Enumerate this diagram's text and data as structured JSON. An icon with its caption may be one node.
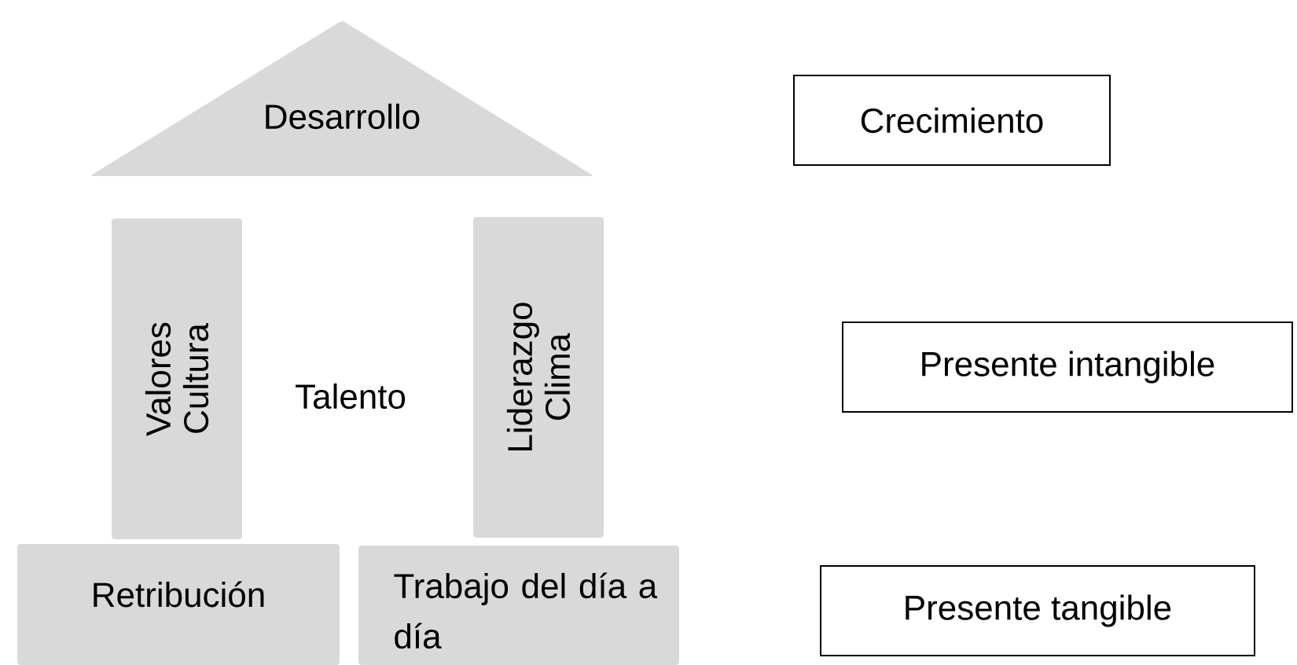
{
  "diagram": {
    "nodes": [
      {
        "text": [
          "Desarrollo"
        ]
      },
      {
        "text": [
          "Valores Cultura"
        ]
      },
      {
        "text": [
          "Liderazgo Clima"
        ]
      },
      {
        "text": [
          "Retribución"
        ]
      },
      {
        "text": [
          "Trabajo del día a día"
        ]
      },
      {
        "text": [
          "Crecimiento"
        ]
      },
      {
        "text": [
          "Presente intangible"
        ]
      },
      {
        "text": [
          "Presente tangible"
        ]
      }
    ],
    "edges": [],
    "labels": [
      "Talento"
    ]
  }
}
